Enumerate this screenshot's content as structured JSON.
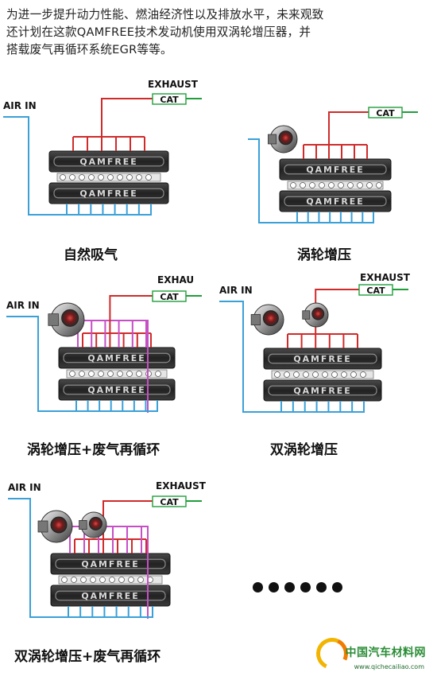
{
  "intro": {
    "line1": "为进一步提升动力性能、燃油经济性以及排放水平，未来观致",
    "line2": "还计划在这款QAMFREE技术发动机使用双涡轮增压器，并",
    "line3": "搭载废气再循环系统EGR等等。"
  },
  "labels": {
    "exhaust": "EXHAUST",
    "exhaust_cut": "EXHAU",
    "air_in": "AIR IN",
    "cat": "CAT",
    "engine_brand": "QAMFREE"
  },
  "diagrams": [
    {
      "caption": "自然吸气"
    },
    {
      "caption": "涡轮增压"
    },
    {
      "caption": "涡轮增压+废气再循环"
    },
    {
      "caption": "双涡轮增压"
    },
    {
      "caption": "双涡轮增压+废气再循环"
    }
  ],
  "colors": {
    "air_line": "#3aa0d8",
    "exhaust_line": "#d02a2a",
    "egr_line": "#c64fc6",
    "cat_line": "#1f9e3a",
    "engine_body": "#2b2b2b"
  },
  "watermark": {
    "name": "中国汽车材料网",
    "url": "www.qichecailiao.com"
  }
}
